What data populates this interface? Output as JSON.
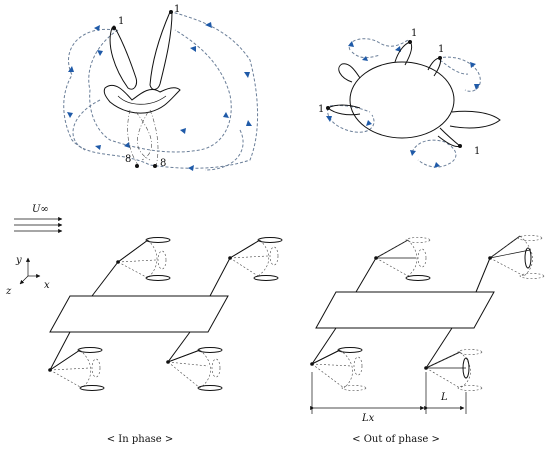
{
  "colors": {
    "path_blue": "#1f5aa8",
    "ink": "#111111"
  },
  "labels": {
    "free_stream": "U∞",
    "axis_y": "y",
    "axis_z": "z",
    "axis_x": "x",
    "dim_lx": "Lx",
    "dim_l": "L",
    "point_1": "1",
    "point_8": "8"
  },
  "captions": {
    "in_phase": "< In phase >",
    "out_of_phase": "< Out of phase >"
  }
}
